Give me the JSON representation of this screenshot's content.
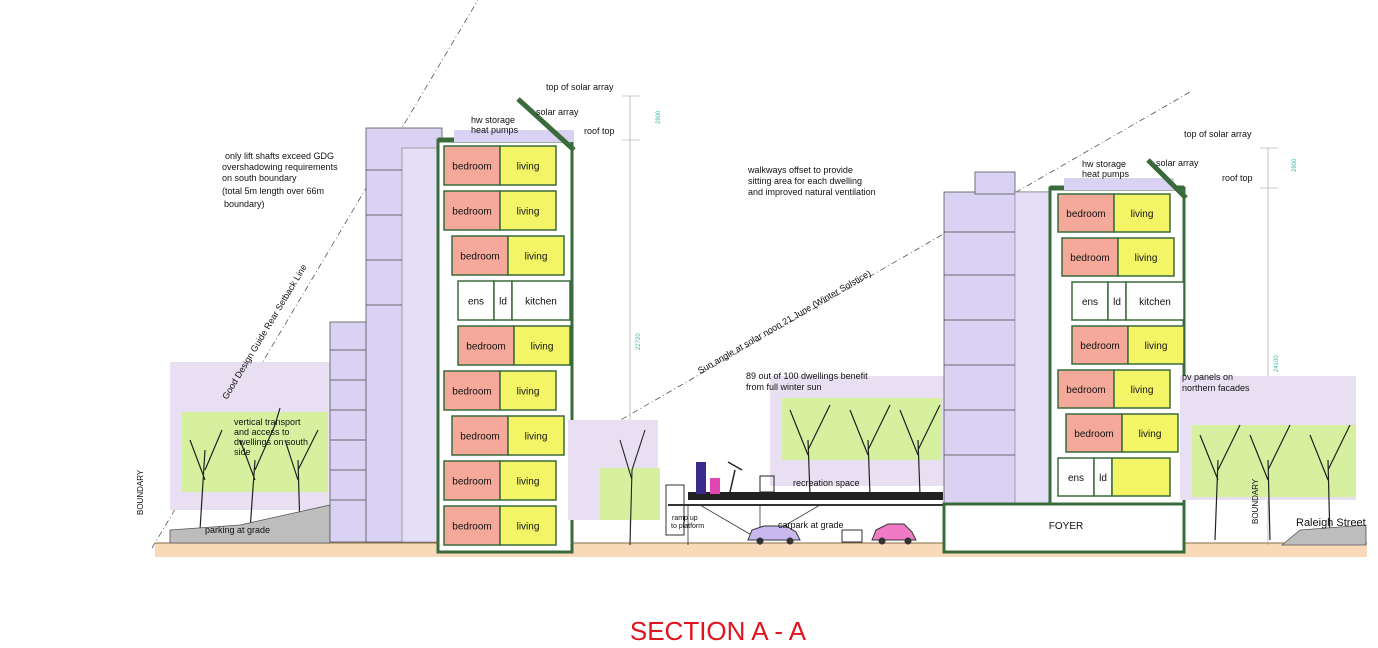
{
  "title": "SECTION A - A",
  "colors": {
    "wall": "#3a6b3a",
    "bedroom": "#f5a99a",
    "living": "#f4f566",
    "core": "#d9d2f2",
    "ground": "#f8d9b8",
    "canopy": "#d6f0a0",
    "car": "#c9b8f0",
    "car2": "#f07ac4",
    "sun_line": "#666666",
    "title": "#e0141e"
  },
  "west": {
    "rooms": [
      {
        "b": "bedroom",
        "l": "living"
      },
      {
        "b": "bedroom",
        "l": "living"
      },
      {
        "b": "bedroom",
        "l": "living"
      },
      {
        "ens": "ens",
        "ld": "ld",
        "k": "kitchen"
      },
      {
        "b": "bedroom",
        "l": "living"
      },
      {
        "b": "bedroom",
        "l": "living"
      },
      {
        "b": "bedroom",
        "l": "living"
      },
      {
        "b": "bedroom",
        "l": "living"
      },
      {
        "b": "bedroom",
        "l": "living"
      }
    ],
    "labels": {
      "top_solar": "top of solar array",
      "solar": "solar array",
      "roof": "roof top",
      "hw1": "hw storage",
      "hw2": "heat pumps",
      "lift1": "only lift shafts exceed GDG",
      "lift2": "overshadowing requirements",
      "lift3": "on south boundary",
      "lift4": "(total 5m length over 66m",
      "lift5": "boundary)",
      "setback": "Good Design Guide Rear Setback Line",
      "vt1": "vertical transport",
      "vt2": "and access to",
      "vt3": "dwellings on south",
      "vt4": "side",
      "boundary": "BOUNDARY",
      "parking": "parking at grade",
      "dim_top": "2800",
      "dim_main": "22720"
    }
  },
  "middle": {
    "walk1": "walkways offset to provide",
    "walk2": "sitting area for each dwelling",
    "walk3": "and improved natural ventilation",
    "sun_angle": "Sun angle at solar noon 21 June (Winter Solstice)",
    "dw1": "89 out of 100 dwellings benefit",
    "dw2": "from full winter sun",
    "recreation": "recreation space",
    "carpark": "carpark at grade",
    "ramp1": "ramp up",
    "ramp2": "to platform"
  },
  "east": {
    "rooms": [
      {
        "b": "bedroom",
        "l": "living"
      },
      {
        "b": "bedroom",
        "l": "living"
      },
      {
        "ens": "ens",
        "ld": "ld",
        "k": "kitchen"
      },
      {
        "b": "bedroom",
        "l": "living"
      },
      {
        "b": "bedroom",
        "l": "living"
      },
      {
        "b": "bedroom",
        "l": "living"
      },
      {
        "ens": "ens",
        "ld": "ld",
        "k": ""
      }
    ],
    "labels": {
      "top_solar": "top of solar array",
      "solar": "solar array",
      "roof": "roof top",
      "hw1": "hw storage",
      "hw2": "heat pumps",
      "pv1": "pv panels on",
      "pv2": "northern facades",
      "foyer": "FOYER",
      "boundary": "BOUNDARY",
      "street": "Raleigh Street",
      "dim_top": "2800",
      "dim_main": "24100"
    }
  }
}
